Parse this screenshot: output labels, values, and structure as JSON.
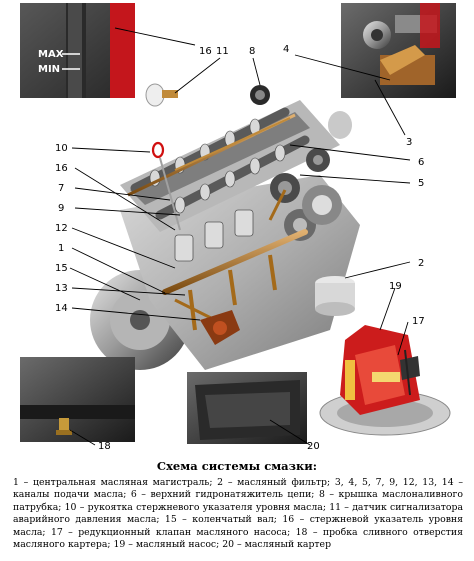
{
  "inset_labels": {
    "max": "MAX",
    "min": "MIN"
  },
  "callouts": {
    "c16_top": "16",
    "c11": "11",
    "c8": "8",
    "c4": "4",
    "c3": "3",
    "c10": "10",
    "c16_left": "16",
    "c7": "7",
    "c9": "9",
    "c12": "12",
    "c1": "1",
    "c15": "15",
    "c13": "13",
    "c14": "14",
    "c6": "6",
    "c5": "5",
    "c2": "2",
    "c19": "19",
    "c17": "17",
    "c18": "18",
    "c20": "20"
  },
  "caption": {
    "title": "Схема системы смазки:",
    "body": "1 – центральная масляная магистраль; 2 – масляный фильтр; 3, 4, 5, 7, 9, 12, 13, 14 – каналы подачи масла; 6 – верхний гидронатяжитель цепи; 8 – крышка маслоналивного патрубка; 10 – рукоятка стержневого указателя уровня масла; 11 – датчик сигнализатора аварийного давления масла; 15 – коленчатый вал; 16 – стержневой указатель уровня масла; 17 – редукционный клапан масляного насоса; 18 – пробка сливного отверстия масляного картера; 19 – масляный насос; 20 – масляный картер"
  }
}
